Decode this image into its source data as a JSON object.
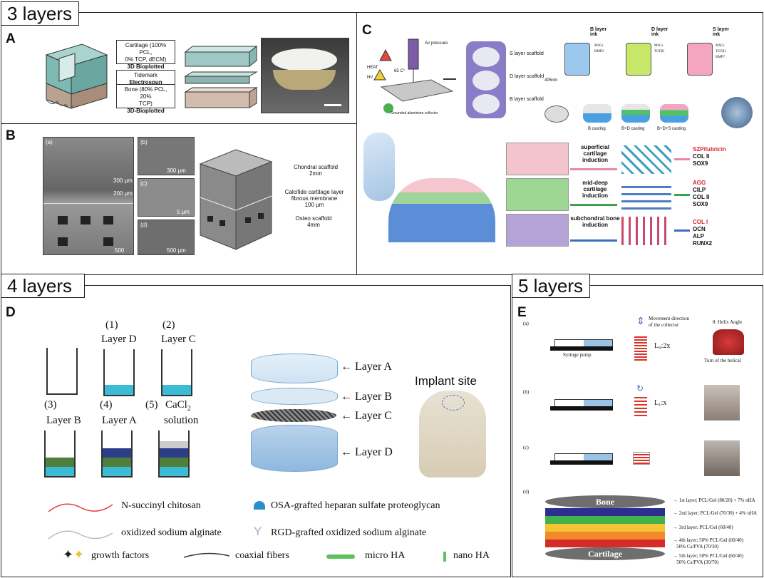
{
  "sections": {
    "three": "3 layers",
    "four": "4 layers",
    "five": "5 layers"
  },
  "panel_labels": {
    "a": "A",
    "b": "B",
    "c": "C",
    "d": "D",
    "e": "E"
  },
  "panelA": {
    "cartilage_line1": "Cartilage (100% PCL,",
    "cartilage_line2": "0% TCP, dECM)",
    "cartilage_method": "3D Bioplotted",
    "tidemark_line1": "Tidemark",
    "tidemark_method": "Electrospun",
    "bone_line1": "Bone (80% PCL, 20%",
    "bone_line2": "TCP)",
    "bone_method": "3D-Bioplotted"
  },
  "panelB": {
    "sem_a": "(a)",
    "sem_b": "(b)",
    "sem_c": "(c)",
    "sem_d": "(d)",
    "scale_a1": "300 μm",
    "scale_a2": "200 μm",
    "scale_a3": "500 μm",
    "scale_b": "300 μm",
    "scale_c": "5 μm",
    "scale_d": "500 μm",
    "chondral": "Chondral scaffold",
    "chondral_size": "2mm",
    "calcified": "Calcifide cartilage layer",
    "fibrous": "fibrous membrane",
    "fibrous_size": "100 μm",
    "osteo": "Osteo scaffold",
    "osteo_size": "4mm"
  },
  "panelC": {
    "air": "Air pressure",
    "heat": "HEAT",
    "hv": "HV",
    "temp": "65 C°",
    "collector": "Grounded aluminium collector",
    "s_scaffold": "S layer scaffold",
    "d_scaffold": "D layer scaffold",
    "b_scaffold": "B layer scaffold",
    "b_ink": "B layer ink",
    "d_ink": "D layer ink",
    "s_ink": "S layer ink",
    "b_ink_items": [
      "MSCs",
      "BMP2"
    ],
    "d_ink_items": [
      "MSCs",
      "TGFβ1"
    ],
    "s_ink_items": [
      "MSCs",
      "TGFβ1",
      "BMP7"
    ],
    "nm": "405nm",
    "cast1": "B casting",
    "cast2": "B+D casting",
    "cast3": "B+D+S casting",
    "ind1": "superficial cartilage induction",
    "ind2": "mid-deep cartilage induction",
    "ind3": "subchondral bone induction",
    "markers1": [
      "SZP/lubricin",
      "COL II",
      "SOX9"
    ],
    "markers2": [
      "AGG",
      "CILP",
      "COL II",
      "SOX9"
    ],
    "markers3": [
      "COL I",
      "OCN",
      "ALP",
      "RUNX2"
    ],
    "colors": {
      "red": "#d8262c",
      "pink": "#e26a8e",
      "green": "#3da34a",
      "blue": "#3b6fc2"
    }
  },
  "panelD": {
    "step1_num": "(1)",
    "step1": "Layer D",
    "step2_num": "(2)",
    "step2": "Layer C",
    "step3_num": "(3)",
    "step3": "Layer B",
    "step4_num": "(4)",
    "step4": "Layer A",
    "step5_num": "(5)",
    "step5a": "CaCl",
    "step5sub": "2",
    "step5b": "solution",
    "layerA": "Layer A",
    "layerB": "Layer B",
    "layerC": "Layer C",
    "layerD": "Layer D",
    "implant": "Implant site",
    "legend": {
      "chitosan": "N-succinyl chitosan",
      "alginate": "oxidized sodium alginate",
      "growth": "growth factors",
      "coaxial": "coaxial fibers",
      "osa": "OSA-grafted heparan sulfate proteoglycan",
      "rgd": "RGD-grafted oxidized sodium alginate",
      "micro": "micro HA",
      "nano": "nano HA"
    }
  },
  "panelE": {
    "a": "(a)",
    "b": "(b)",
    "c": "(c)",
    "d": "(d)",
    "pump": "Syringe pump",
    "movement1": "Movement direction",
    "movement2": "of the collector",
    "l0": "L₀:2x",
    "l1": "L₁:x",
    "helix": "θ: Helix Angle",
    "turn": "Turn of the helical",
    "bone": "Bone",
    "cartilage": "Cartilage",
    "l1txt": "1st layer; PCL/Gel (80/20) + 7% nHA",
    "l2txt": "2nd layer; PCL/Gel (70/30) + 4% nHA",
    "l3txt": "3rd layer; PCL/Gel (60/40)",
    "l4a": "4th layer; 50% PCL/Gel (60/40)",
    "l4b": "50% Cs/PVA (70/30)",
    "l5a": "5th layer; 50% PCL/Gel (60/40)",
    "l5b": "50% Cs/PVA (30/70)"
  }
}
